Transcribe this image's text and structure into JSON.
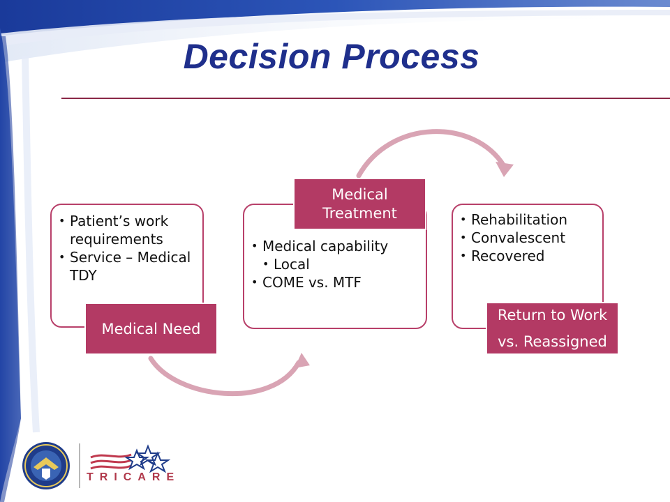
{
  "slide": {
    "title": "Decision Process"
  },
  "steps": [
    {
      "label": "Medical Need",
      "bullets": [
        {
          "text": "Patient’s work requirements",
          "level": 1
        },
        {
          "text": "Service – Medical TDY",
          "level": 1
        }
      ]
    },
    {
      "label": "Medical Treatment",
      "bullets": [
        {
          "text": "Medical capability",
          "level": 1
        },
        {
          "text": "Local",
          "level": 2
        },
        {
          "text": "COME vs. MTF",
          "level": 1
        }
      ]
    },
    {
      "label_lines": [
        "Return to Work",
        "vs. Reassigned"
      ],
      "bullets": [
        {
          "text": "Rehabilitation",
          "level": 1
        },
        {
          "text": "Convalescent",
          "level": 1
        },
        {
          "text": "Recovered",
          "level": 1
        }
      ]
    }
  ],
  "footer": {
    "logo_text": "TRICARE",
    "seal_icon": "dod-seal-icon",
    "logo_icon": "tricare-logo-icon"
  },
  "colors": {
    "title": "#1f2f8c",
    "accent": "#b33a64",
    "arrow": "#d9a4b4",
    "rule": "#8a2847"
  }
}
